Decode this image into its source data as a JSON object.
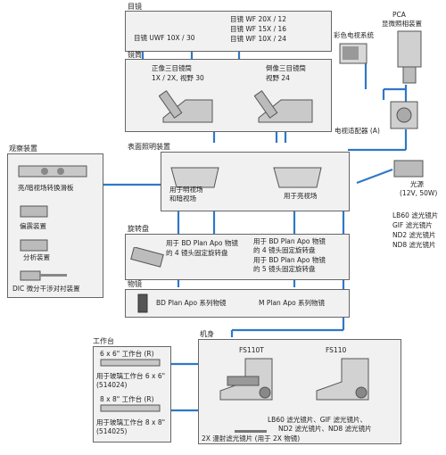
{
  "eyepiece": {
    "title": "目镜",
    "uwf": "目镜 UWF 10X / 30",
    "wf1": "目镜 WF 20X / 12",
    "wf2": "目镜 WF 15X / 16",
    "wf3": "目镜 WF 10X / 24"
  },
  "tube": {
    "title": "镜筒",
    "upright_name": "正像三目镜筒",
    "upright_spec": "1X / 2X, 视野 30",
    "inverted_name": "倒像三目镜筒",
    "inverted_spec": "视野 24"
  },
  "camera": {
    "color_tv": "彩色电视系统",
    "pca": "PCA",
    "pca_sub": "显微照相装置",
    "adapter": "电视适配器 (A)"
  },
  "illuminator": {
    "title": "表面照明装置",
    "left_label_1": "用于明视场",
    "left_label_2": "和暗视场",
    "right_label": "用于亮视场",
    "light_name": "光源",
    "light_spec": "(12V, 50W)",
    "filters": [
      "LB60 滤光镜片",
      "GIF 滤光镜片",
      "ND2 滤光镜片",
      "ND8 滤光镜片"
    ]
  },
  "observation": {
    "title": "观察装置",
    "items": [
      "亮/暗视场转换滑板",
      "偏震装置",
      "分析装置",
      "DIC 微分干涉对衬装置"
    ]
  },
  "nosepiece": {
    "title": "旋转盘",
    "left_1": "用于 BD Plan Apo 物镜",
    "left_2": "的 4 镜头固定旋转盘",
    "right_1": "用于 BD Plan Apo 物镜",
    "right_2": "的 4 镜头固定旋转盘",
    "right_3": "用于 BD Plan Apo 物镜",
    "right_4": "的 5 镜头固定旋转盘"
  },
  "objective": {
    "title": "物镜",
    "bd": "BD Plan Apo 系列物镜",
    "m": "M Plan Apo 系列物镜"
  },
  "stage": {
    "title": "工作台",
    "s1": "6 x 6\" 工作台 (R)",
    "glass1_a": "用于玻璃工作台 6 x 6\"",
    "code1": "(514024)",
    "s2": "8 x 8\" 工作台 (R)",
    "glass2_a": "用于玻璃工作台 8 x 8\"",
    "code2": "(514025)"
  },
  "body": {
    "title": "机身",
    "fs110t": "FS110T",
    "fs110": "FS110",
    "filters_1": "LB60 滤光镜片、GIF 滤光镜片、",
    "filters_2": "ND2 滤光镜片、ND8 滤光镜片",
    "filter_2x": "2X 漫射滤光镜片 (用于 2X 物镜)"
  },
  "colors": {
    "connector": "#2f78c4",
    "box_fill": "#f1f1f1",
    "border": "#666666",
    "device": "#9a9a9a"
  }
}
